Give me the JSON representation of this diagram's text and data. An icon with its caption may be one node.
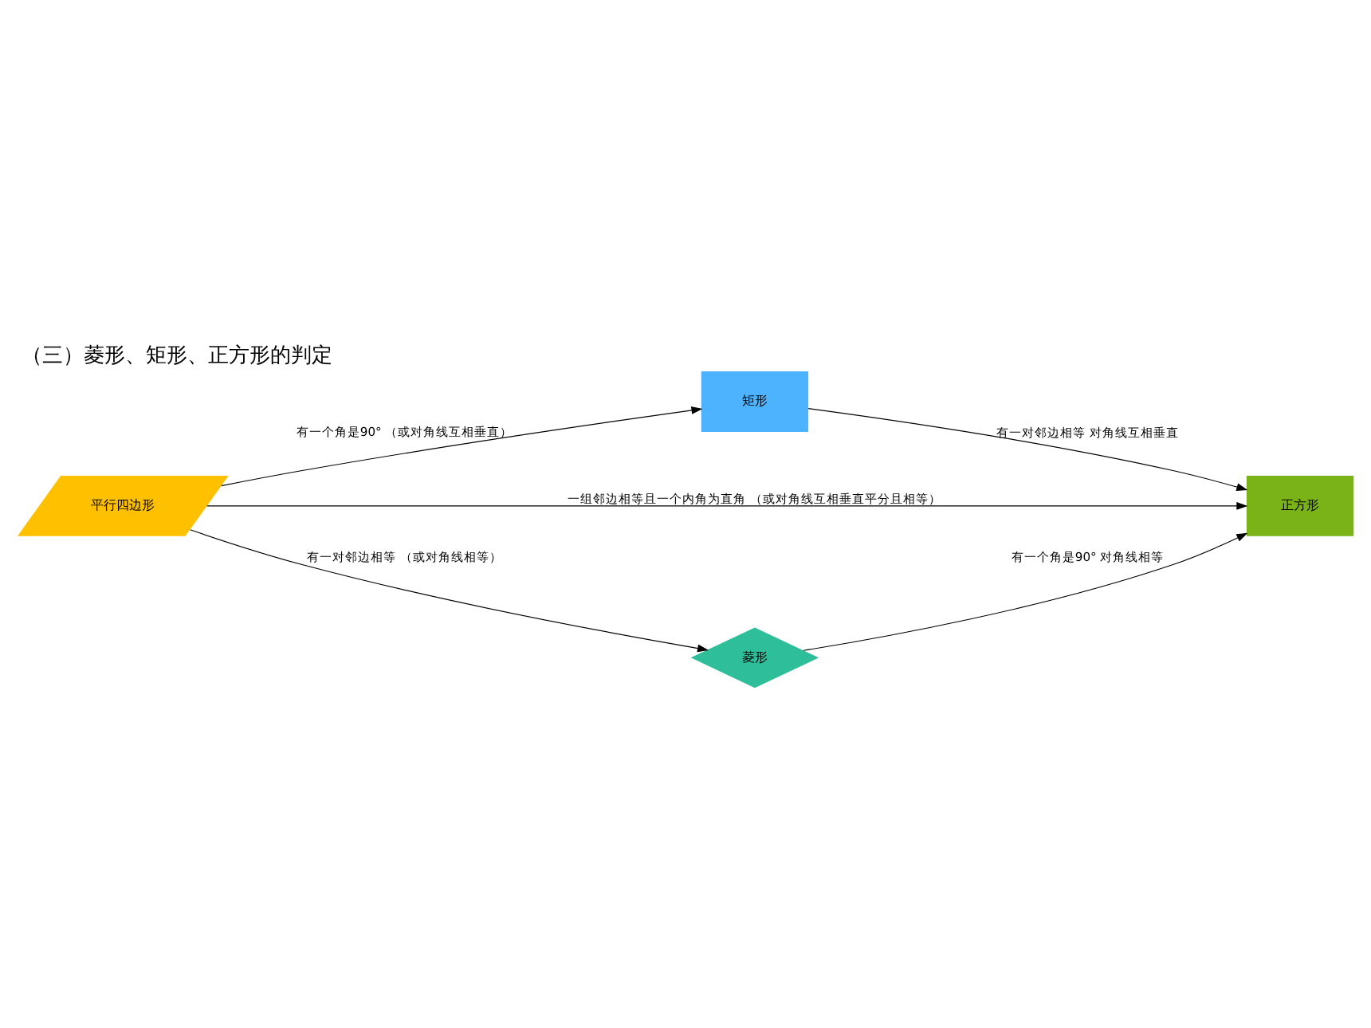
{
  "diagram": {
    "title": "（三）菱形、矩形、正方形的判定",
    "nodes": [
      {
        "text": [
          "平行四边形"
        ]
      },
      {
        "text": [
          "矩形"
        ]
      },
      {
        "text": [
          "正方形"
        ]
      },
      {
        "text": [
          "菱形"
        ]
      }
    ],
    "edges": [
      {
        "from": 0,
        "to": 1,
        "arrow": "to",
        "label": "有一个角是90° （或对角线互相垂直）"
      },
      {
        "from": 1,
        "to": 2,
        "arrow": "to",
        "label": "有一对邻边相等 对角线互相垂直"
      },
      {
        "from": 0,
        "to": 2,
        "arrow": "to",
        "label": "一组邻边相等且一个内角为直角 （或对角线互相垂直平分且相等）"
      },
      {
        "from": 0,
        "to": 3,
        "arrow": "to",
        "label": "有一对邻边相等 （或对角线相等）"
      },
      {
        "from": 3,
        "to": 2,
        "arrow": "to",
        "label": "有一个角是90° 对角线相等"
      }
    ]
  }
}
